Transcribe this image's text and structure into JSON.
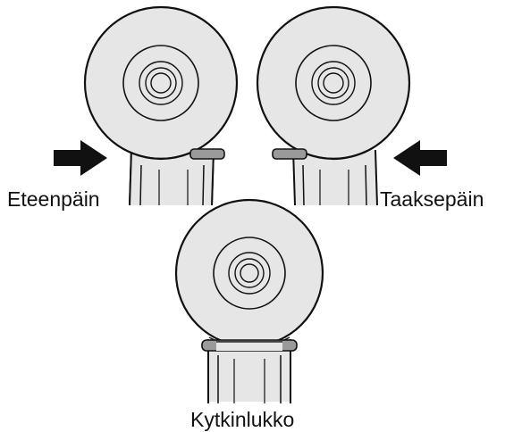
{
  "labels": {
    "forward": "Eteenpäin",
    "reverse": "Taaksepäin",
    "lock": "Kytkinlukko"
  },
  "colors": {
    "housing_fill": "#e6e6e6",
    "outline": "#111111",
    "lever_fill": "#9a9a9a",
    "arrow_fill": "#111111",
    "background": "#ffffff"
  },
  "icons": {
    "arrow": "arrow-right-icon",
    "arrow_reverse": "arrow-left-icon"
  }
}
